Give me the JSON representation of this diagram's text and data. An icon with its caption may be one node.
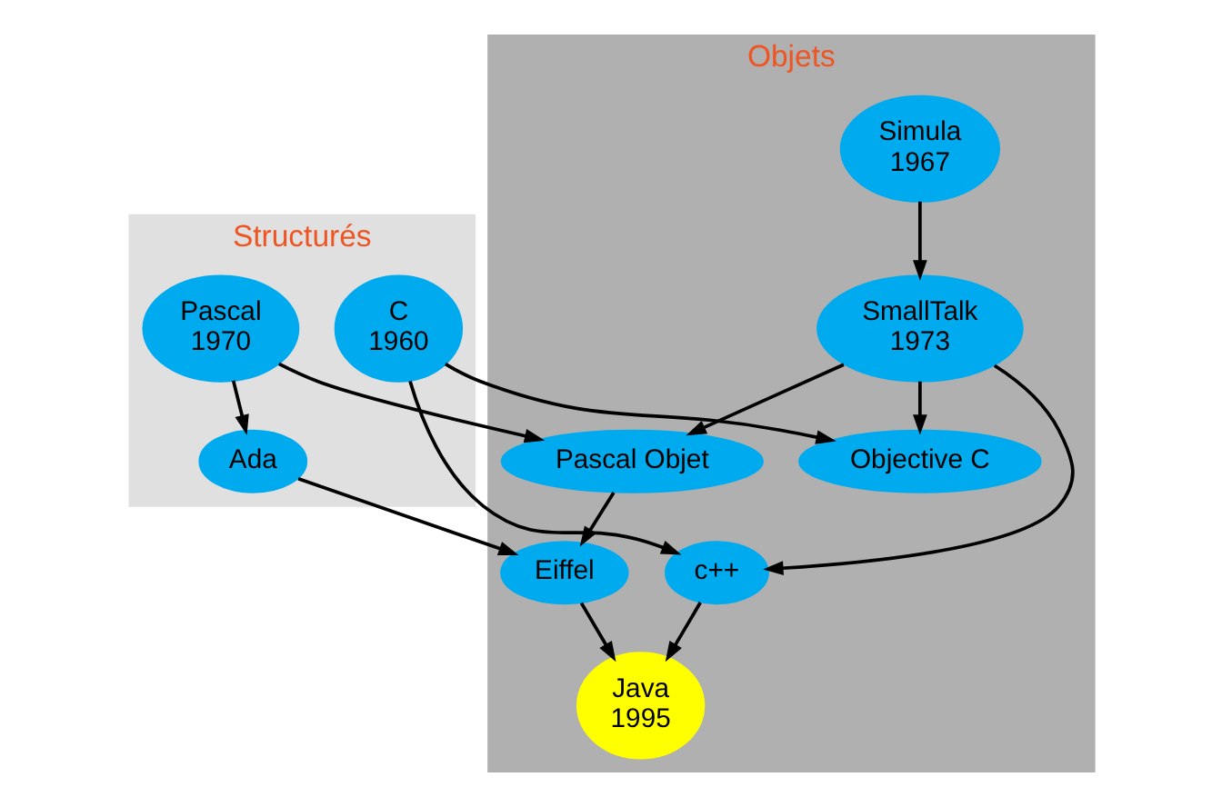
{
  "diagram": {
    "nodes": [
      {
        "text": [
          "Structurés"
        ]
      },
      {
        "text": [
          "Pascal",
          "1970"
        ],
        "in": 0
      },
      {
        "text": [
          "C",
          "1960"
        ],
        "in": 0
      },
      {
        "text": [
          "Ada"
        ],
        "in": 0
      },
      {
        "text": [
          "Objets"
        ]
      },
      {
        "text": [
          "Simula",
          "1967"
        ],
        "in": 4
      },
      {
        "text": [
          "SmallTalk",
          "1973"
        ],
        "in": 4
      },
      {
        "text": [
          "Pascal Objet"
        ],
        "in": 4
      },
      {
        "text": [
          "c++"
        ],
        "in": 4
      },
      {
        "text": [
          "Objective C"
        ],
        "in": 4
      },
      {
        "text": [
          "Eiffel"
        ],
        "in": 4
      },
      {
        "text": [
          "Java",
          "1995"
        ],
        "in": 4
      }
    ],
    "edges": [
      {
        "from": 1,
        "to": 3,
        "arrow": "to"
      },
      {
        "from": 1,
        "to": 7,
        "arrow": "to"
      },
      {
        "from": 2,
        "to": 8,
        "arrow": "to"
      },
      {
        "from": 2,
        "to": 9,
        "arrow": "to"
      },
      {
        "from": 5,
        "to": 6,
        "arrow": "to"
      },
      {
        "from": 6,
        "to": 7,
        "arrow": "to"
      },
      {
        "from": 6,
        "to": 8,
        "arrow": "to"
      },
      {
        "from": 6,
        "to": 9,
        "arrow": "to"
      },
      {
        "from": 3,
        "to": 10,
        "arrow": "to"
      },
      {
        "from": 7,
        "to": 10,
        "arrow": "to"
      },
      {
        "from": 10,
        "to": 11,
        "arrow": "to"
      },
      {
        "from": 8,
        "to": 11,
        "arrow": "to"
      }
    ]
  }
}
